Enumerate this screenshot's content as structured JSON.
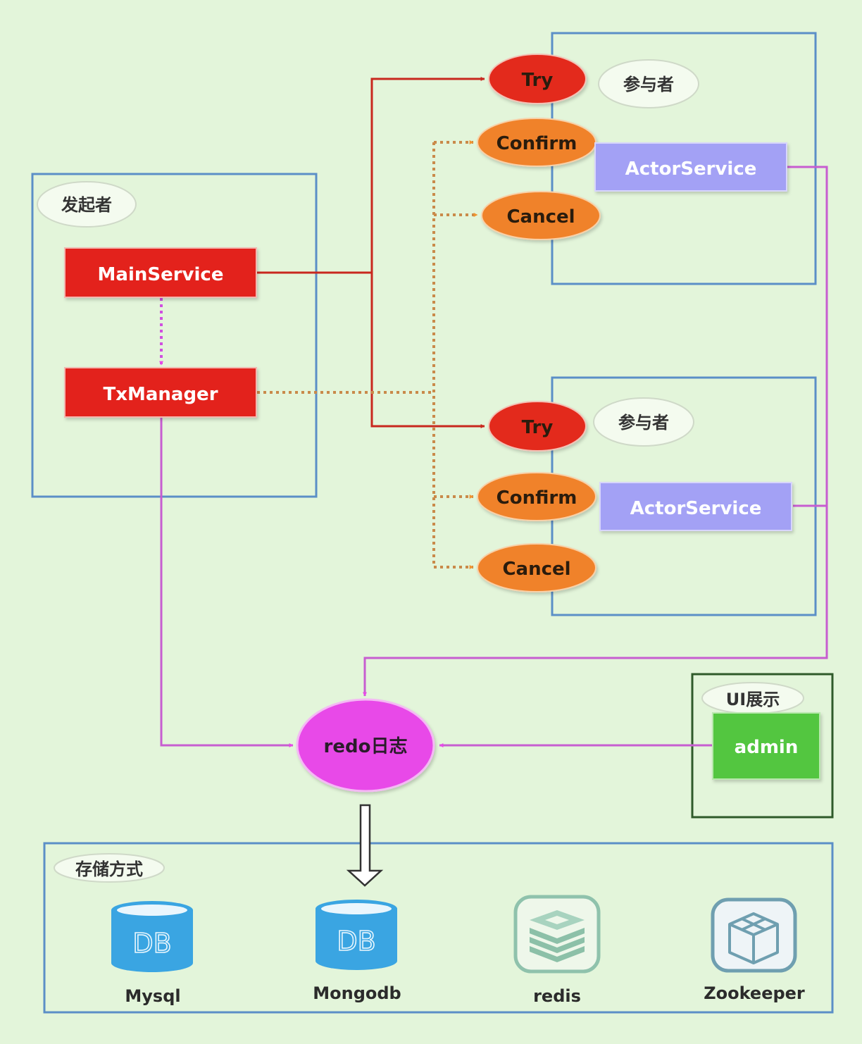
{
  "initiator": {
    "group_label": "发起者",
    "main_service": "MainService",
    "tx_manager": "TxManager"
  },
  "participants": [
    {
      "group_label": "参与者",
      "try": "Try",
      "confirm": "Confirm",
      "cancel": "Cancel",
      "service": "ActorService"
    },
    {
      "group_label": "参与者",
      "try": "Try",
      "confirm": "Confirm",
      "cancel": "Cancel",
      "service": "ActorService"
    }
  ],
  "redo_log": "redo日志",
  "ui": {
    "group_label": "UI展示",
    "admin": "admin"
  },
  "storage": {
    "group_label": "存储方式",
    "db_icon_text": "DB",
    "items": [
      {
        "name": "Mysql",
        "icon": "database-icon"
      },
      {
        "name": "Mongodb",
        "icon": "database-icon"
      },
      {
        "name": "redis",
        "icon": "redis-icon"
      },
      {
        "name": "Zookeeper",
        "icon": "zookeeper-icon"
      }
    ]
  },
  "colors": {
    "background": "#e3f5da",
    "group_border": "#5b8fc7",
    "ui_group_border": "#2f5a2a",
    "service_red": "#e3231c",
    "try_red": "#e32a1f",
    "phase_orange": "#f0822a",
    "actor_purple": "#a3a1f5",
    "redo_magenta": "#e848e8",
    "admin_green": "#52c63f",
    "db_blue": "#3aa5e2",
    "flow_red": "#c8281e",
    "flow_orange_dotted": "#c98a4a",
    "flow_magenta": "#c75dd0"
  }
}
